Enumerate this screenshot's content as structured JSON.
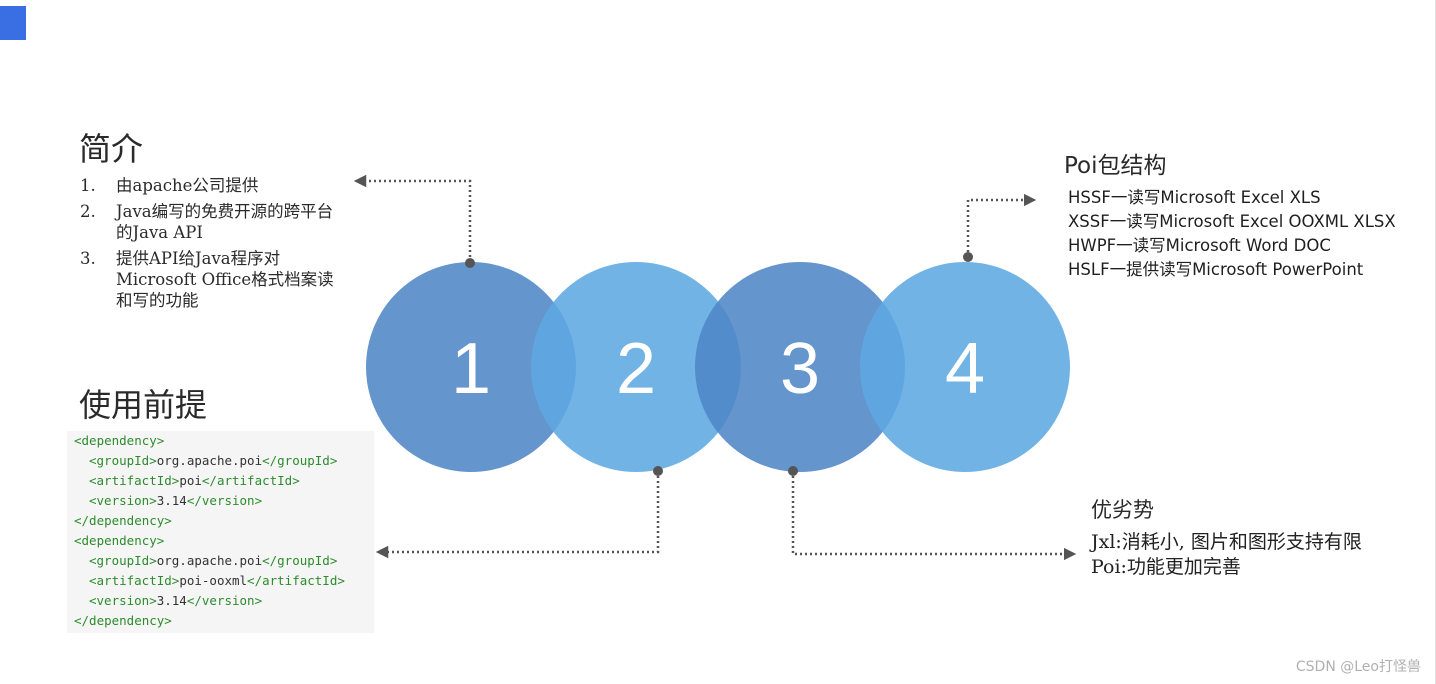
{
  "intro": {
    "title": "简介",
    "items": [
      {
        "num": "1.",
        "text": "由apache公司提供"
      },
      {
        "num": "2.",
        "text": "Java编写的免费开源的跨平台的Java API"
      },
      {
        "num": "3.",
        "text": "提供API给Java程序对Microsoft Office格式档案读和写的功能"
      }
    ]
  },
  "prereq": {
    "title": "使用前提",
    "code": [
      {
        "indent": false,
        "parts": [
          {
            "t": "tag",
            "s": "<dependency>"
          }
        ]
      },
      {
        "indent": true,
        "parts": [
          {
            "t": "tag",
            "s": "<groupId>"
          },
          {
            "t": "val",
            "s": "org.apache.poi"
          },
          {
            "t": "tag",
            "s": "</groupId>"
          }
        ]
      },
      {
        "indent": true,
        "parts": [
          {
            "t": "tag",
            "s": "<artifactId>"
          },
          {
            "t": "val",
            "s": "poi"
          },
          {
            "t": "tag",
            "s": "</artifactId>"
          }
        ]
      },
      {
        "indent": true,
        "parts": [
          {
            "t": "tag",
            "s": "<version>"
          },
          {
            "t": "val",
            "s": "3.14"
          },
          {
            "t": "tag",
            "s": "</version>"
          }
        ]
      },
      {
        "indent": false,
        "parts": [
          {
            "t": "tag",
            "s": "</dependency>"
          }
        ]
      },
      {
        "indent": false,
        "parts": [
          {
            "t": "tag",
            "s": "<dependency>"
          }
        ]
      },
      {
        "indent": true,
        "parts": [
          {
            "t": "tag",
            "s": "<groupId>"
          },
          {
            "t": "val",
            "s": "org.apache.poi"
          },
          {
            "t": "tag",
            "s": "</groupId>"
          }
        ]
      },
      {
        "indent": true,
        "parts": [
          {
            "t": "tag",
            "s": "<artifactId>"
          },
          {
            "t": "val",
            "s": "poi-ooxml"
          },
          {
            "t": "tag",
            "s": "</artifactId>"
          }
        ]
      },
      {
        "indent": true,
        "parts": [
          {
            "t": "tag",
            "s": "<version>"
          },
          {
            "t": "val",
            "s": "3.14"
          },
          {
            "t": "tag",
            "s": "</version>"
          }
        ]
      },
      {
        "indent": false,
        "parts": [
          {
            "t": "tag",
            "s": "</dependency>"
          }
        ]
      }
    ]
  },
  "poi_structure": {
    "title": "Poi包结构",
    "items": [
      "HSSF一读写Microsoft Excel XLS",
      "XSSF一读写Microsoft Excel OOXML XLSX",
      "HWPF一读写Microsoft Word DOC",
      "HSLF一提供读写Microsoft PowerPoint"
    ]
  },
  "advantages": {
    "title": "优劣势",
    "items": [
      "Jxl:消耗小, 图片和图形支持有限",
      "Poi:功能更加完善"
    ]
  },
  "circles": [
    {
      "label": "1",
      "color": "#4f86c6"
    },
    {
      "label": "2",
      "color": "#5ea8e3"
    },
    {
      "label": "3",
      "color": "#4f86c6"
    },
    {
      "label": "4",
      "color": "#5ea8e3"
    }
  ],
  "colors": {
    "circle_dark": "#4f86c6",
    "circle_light": "#5ea8e3",
    "connector": "#555555",
    "code_tag": "#2e8b2e",
    "accent_tab": "#3a6fe4"
  },
  "watermark": "CSDN @Leo打怪兽"
}
